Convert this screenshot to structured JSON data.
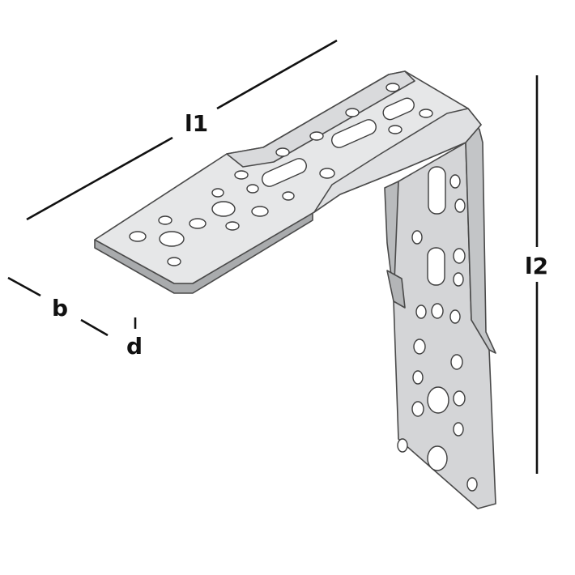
{
  "dimensions": {
    "l1": "l1",
    "l2": "l2",
    "b": "b",
    "d": "d"
  },
  "colors": {
    "plate_top": "#e4e5e6",
    "plate_face": "#d2d3d5",
    "plate_edge": "#a9abad",
    "plate_shadow": "#bfc1c3",
    "outline": "#4a4a4a",
    "dimension_line": "#111111"
  }
}
